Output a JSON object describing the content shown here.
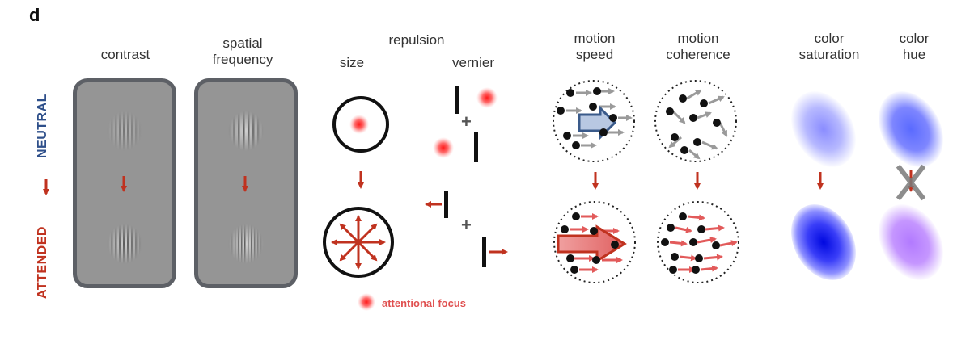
{
  "panel_letter": "d",
  "row_labels": {
    "neutral": "NEUTRAL",
    "attended": "ATTENDED"
  },
  "columns": {
    "contrast": "contrast",
    "spatial_frequency": [
      "spatial",
      "frequency"
    ],
    "repulsion": "repulsion",
    "size": "size",
    "vernier": "vernier",
    "motion_speed": [
      "motion",
      "speed"
    ],
    "motion_coherence": [
      "motion",
      "coherence"
    ],
    "color_saturation": [
      "color",
      "saturation"
    ],
    "color_hue": [
      "color",
      "hue"
    ]
  },
  "legend": {
    "attentional_focus": "attentional focus"
  },
  "colors": {
    "neutral_label": "#2e4f8a",
    "attended_label": "#c0321f",
    "arrow_red": "#c0321f",
    "focus_red": "#ff3b3b",
    "gray_arrow": "#9a9a9a",
    "gray_cross": "#7a7a7a"
  },
  "icons": [
    "down-arrow-icon",
    "up-arrow-icon",
    "attentional-focus-icon",
    "cross-mark-icon"
  ]
}
